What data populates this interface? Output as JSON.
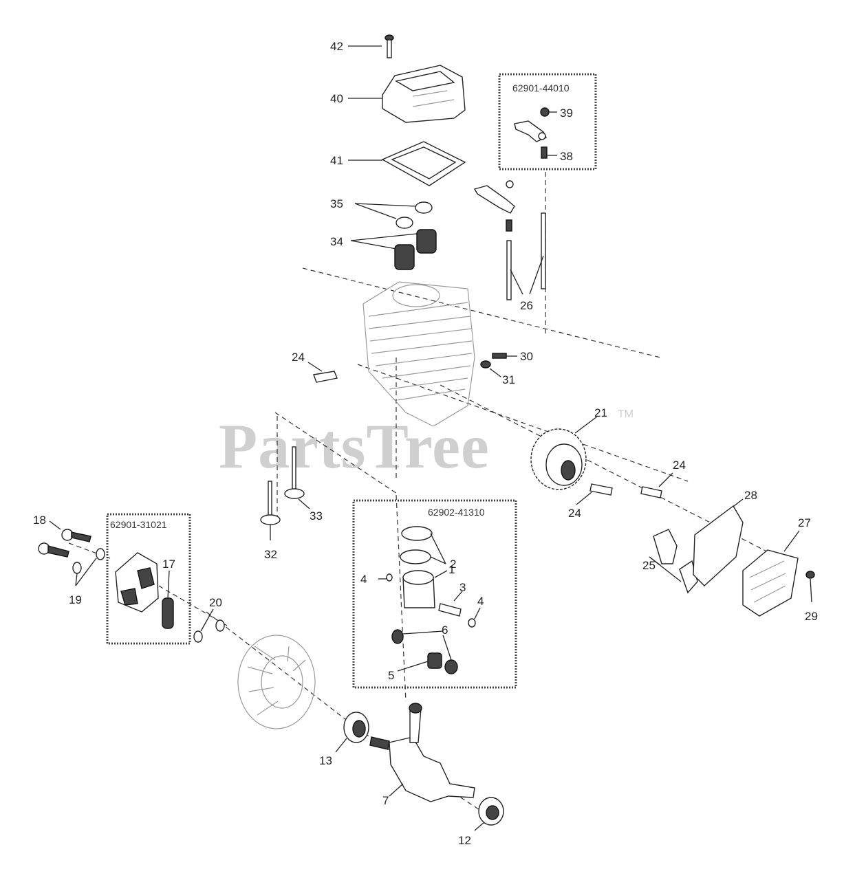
{
  "watermark": {
    "text": "PartsTree",
    "tm": "TM"
  },
  "kits": {
    "rocker_kit": "62901-44010",
    "clutch_kit": "62901-31021",
    "piston_kit": "62902-41310"
  },
  "callouts": {
    "c42": "42",
    "c40": "40",
    "c41": "41",
    "c39": "39",
    "c38": "38",
    "c35": "35",
    "c34": "34",
    "c26": "26",
    "c24a": "24",
    "c30": "30",
    "c31": "31",
    "c21": "21",
    "c24b": "24",
    "c24c": "24",
    "c28": "28",
    "c27": "27",
    "c25": "25",
    "c29": "29",
    "c33": "33",
    "c32": "32",
    "c2": "2",
    "c1": "1",
    "c4a": "4",
    "c3": "3",
    "c4b": "4",
    "c6": "6",
    "c5": "5",
    "c18": "18",
    "c19": "19",
    "c17": "17",
    "c20": "20",
    "c13": "13",
    "c7": "7",
    "c12": "12"
  }
}
